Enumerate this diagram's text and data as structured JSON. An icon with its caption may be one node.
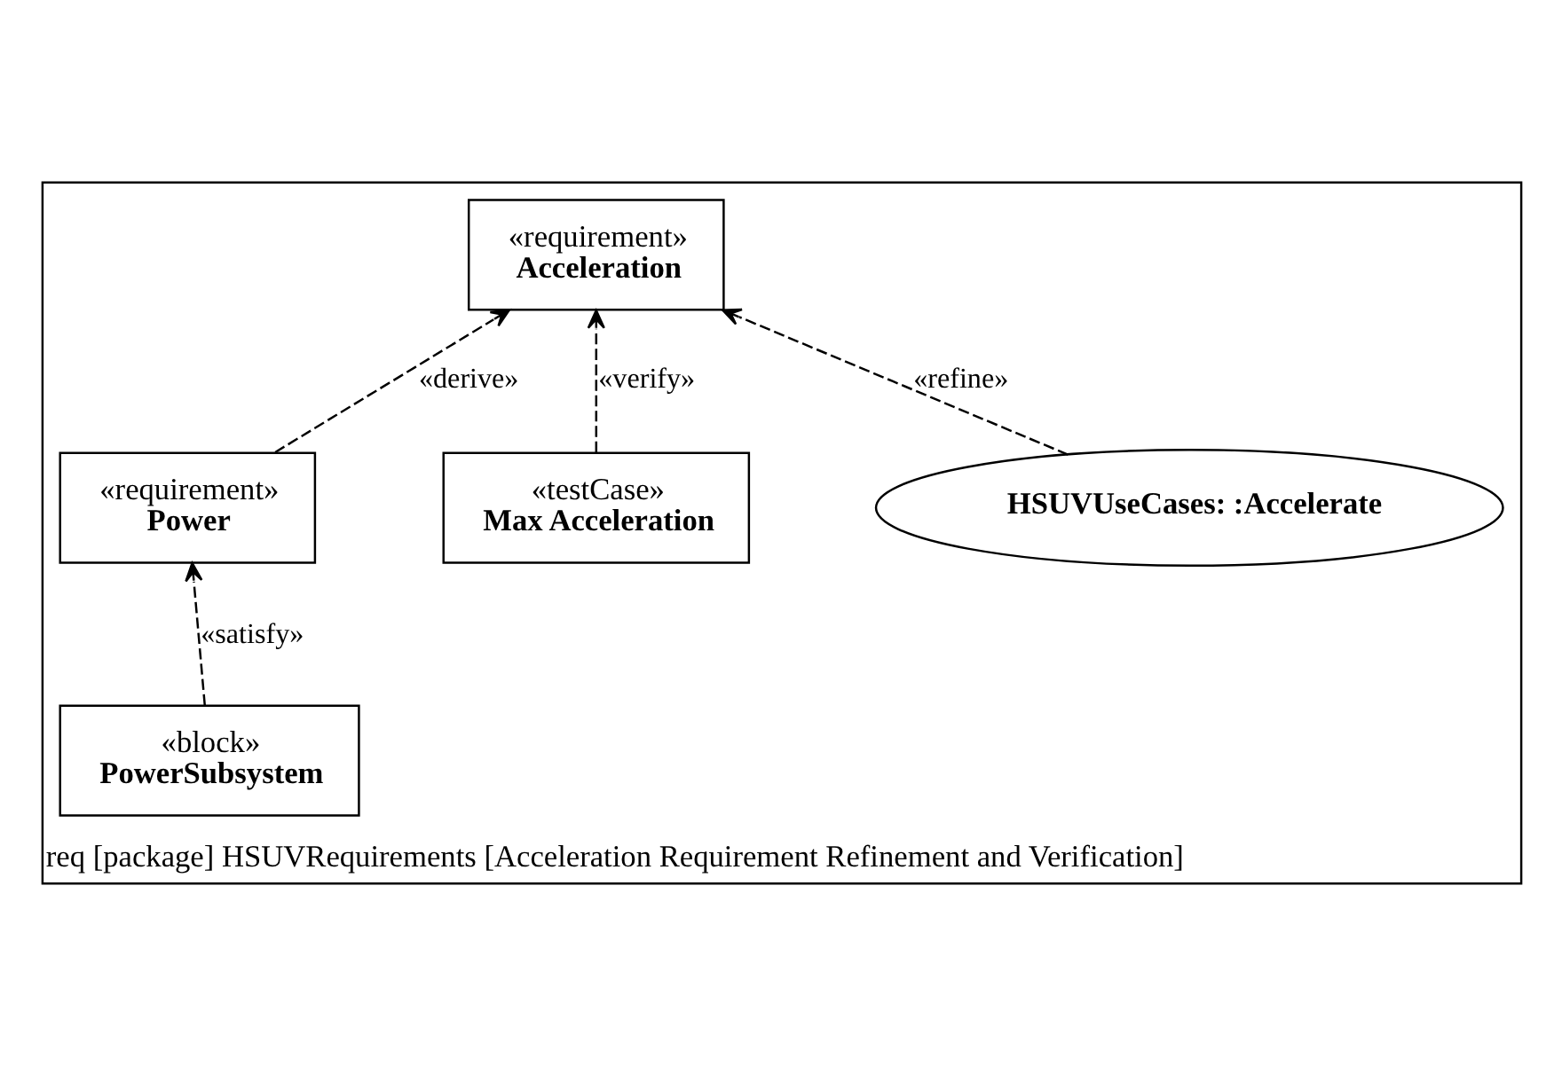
{
  "diagram": {
    "nodes": [
      {
        "text": [
          "req [package] HSUVRequirements [Acceleration Requirement Refinement and Verification]"
        ]
      },
      {
        "text": [
          "«requirement»",
          "Acceleration"
        ],
        "in": 0
      },
      {
        "text": [
          "HSUVUseCases: :Accelerate"
        ],
        "in": 0
      },
      {
        "text": [
          "«requirement»",
          "Power"
        ],
        "in": 0
      },
      {
        "text": [
          "«testCase»",
          "Max Acceleration"
        ],
        "in": 0
      },
      {
        "text": [
          "«block»",
          "PowerSubsystem"
        ],
        "in": 0
      }
    ],
    "edges": [
      {
        "from": 2,
        "to": 1,
        "arrow": "to",
        "label": "«refine»",
        "style": "dashed"
      },
      {
        "from": 3,
        "to": 1,
        "arrow": "to",
        "label": "«derive»",
        "style": "dashed"
      },
      {
        "from": 4,
        "to": 1,
        "arrow": "to",
        "label": "«verify»",
        "style": "dashed"
      },
      {
        "from": 5,
        "to": 3,
        "arrow": "to",
        "label": "«satisfy»",
        "style": "dashed"
      }
    ]
  }
}
